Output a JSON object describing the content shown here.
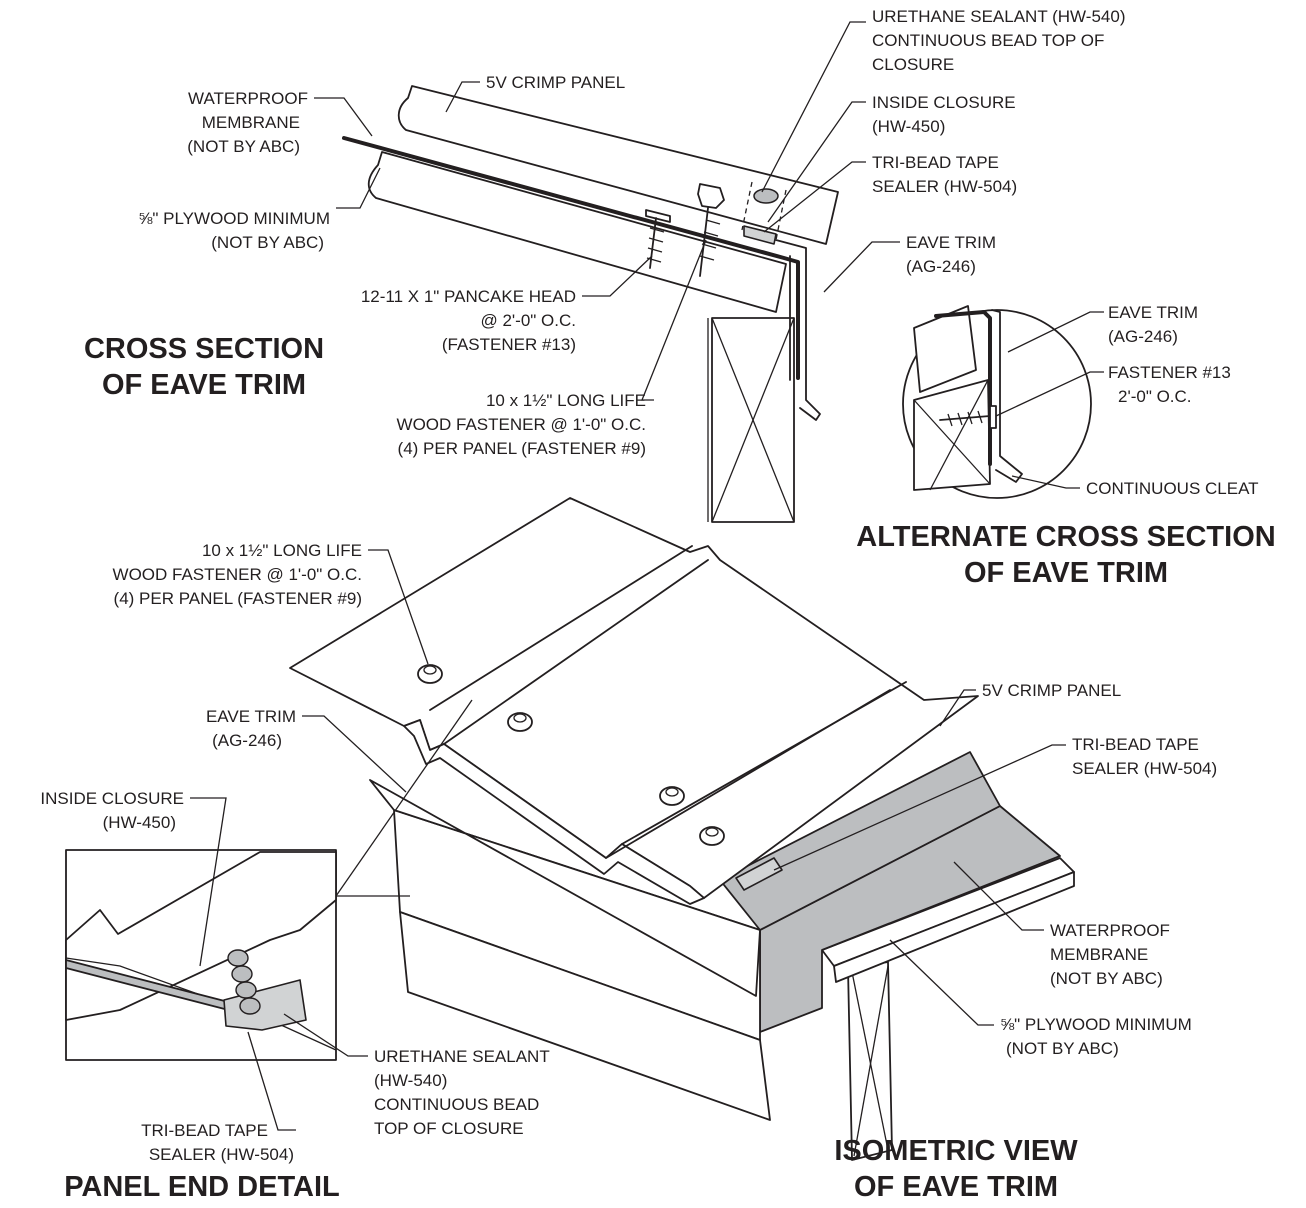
{
  "titles": {
    "cross_section": [
      "CROSS SECTION",
      "OF EAVE TRIM"
    ],
    "alternate": [
      "ALTERNATE CROSS SECTION",
      "OF EAVE TRIM"
    ],
    "isometric": [
      "ISOMETRIC VIEW",
      "OF EAVE TRIM"
    ],
    "panel_end": "PANEL END DETAIL"
  },
  "cross_section_labels": {
    "urethane": [
      "URETHANE SEALANT (HW-540)",
      "CONTINUOUS BEAD TOP OF",
      "CLOSURE"
    ],
    "panel": "5V CRIMP PANEL",
    "membrane": [
      "WATERPROOF",
      "MEMBRANE",
      "(NOT BY ABC)"
    ],
    "closure": [
      "INSIDE CLOSURE",
      "(HW-450)"
    ],
    "tribead": [
      "TRI-BEAD TAPE",
      "SEALER (HW-504)"
    ],
    "plywood": [
      "⅝\" PLYWOOD MINIMUM",
      "(NOT BY ABC)"
    ],
    "eave_trim": [
      "EAVE TRIM",
      "(AG-246)"
    ],
    "pancake": [
      "12-11 X 1\" PANCAKE HEAD",
      "@ 2'-0\" O.C.",
      "(FASTENER #13)"
    ],
    "wood_fastener": [
      "10 x 1½\" LONG LIFE",
      "WOOD FASTENER @ 1'-0\" O.C.",
      "(4) PER PANEL (FASTENER #9)"
    ]
  },
  "alternate_labels": {
    "eave_trim": [
      "EAVE TRIM",
      "(AG-246)"
    ],
    "fastener": [
      "FASTENER #13",
      "2'-0\" O.C."
    ],
    "cleat": "CONTINUOUS CLEAT"
  },
  "isometric_labels": {
    "wood_fastener": [
      "10 x 1½\" LONG LIFE",
      "WOOD FASTENER @ 1'-0\" O.C.",
      "(4) PER PANEL (FASTENER #9)"
    ],
    "panel": "5V CRIMP PANEL",
    "eave_trim": [
      "EAVE TRIM",
      "(AG-246)"
    ],
    "tribead": [
      "TRI-BEAD TAPE",
      "SEALER (HW-504)"
    ],
    "membrane": [
      "WATERPROOF",
      "MEMBRANE",
      "(NOT BY ABC)"
    ],
    "plywood": [
      "⅝\" PLYWOOD MINIMUM",
      "(NOT BY ABC)"
    ]
  },
  "panel_end_labels": {
    "closure": [
      "INSIDE CLOSURE",
      "(HW-450)"
    ],
    "urethane": [
      "URETHANE SEALANT",
      "(HW-540)",
      "CONTINUOUS BEAD",
      "TOP OF CLOSURE"
    ],
    "tribead": [
      "TRI-BEAD TAPE",
      "SEALER (HW-504)"
    ]
  }
}
